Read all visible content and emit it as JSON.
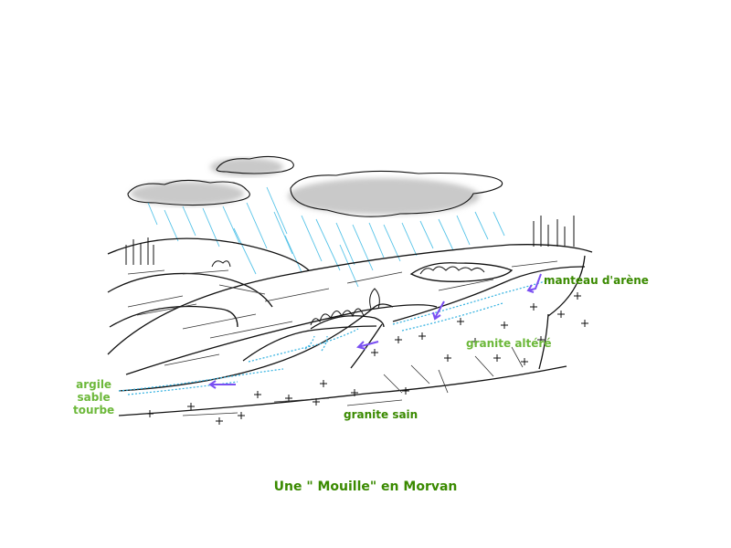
{
  "labels": {
    "manteau": "manteau d'arène",
    "granite_altere": "granite altéré",
    "granite_sain": "granite sain",
    "sediments": [
      "argile",
      "sable",
      "tourbe"
    ]
  },
  "caption": "Une \" Mouille\" en Morvan",
  "colors": {
    "label_dark": "#3a8a00",
    "label_light": "#6cb83a",
    "rain": "#55c3e8",
    "water": "#2fb0e0",
    "flow_arrow": "#7a4ff2",
    "cloud": "#c9c9c9",
    "ink": "#111111"
  }
}
